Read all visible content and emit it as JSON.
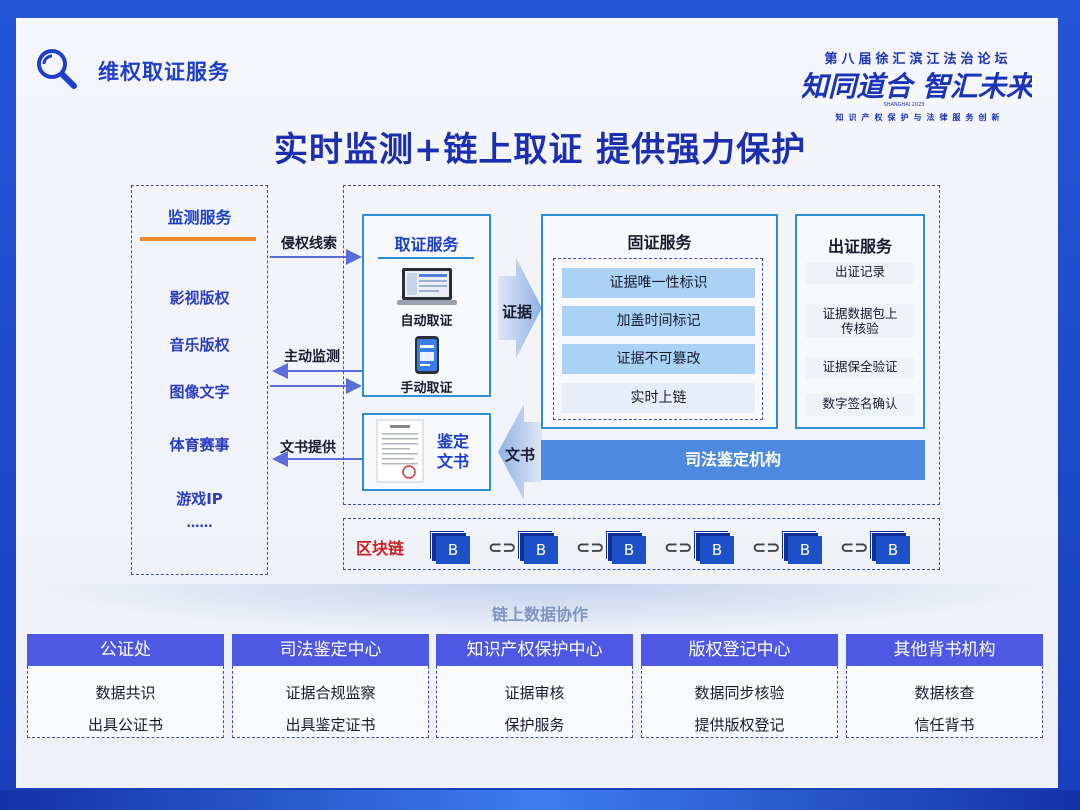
{
  "header": {
    "section_title": "维权取证服务",
    "main_title": "实时监测+链上取证 提供强力保护",
    "logo": {
      "line1": "第八届徐汇滨江法治论坛",
      "slogan": "知同道合 智汇未来",
      "sub": "SHANGHAI 2023",
      "line3": "知识产权保护与法律服务创新"
    }
  },
  "monitor": {
    "title": "监测服务",
    "items": [
      "影视版权",
      "音乐版权",
      "图像文字",
      "体育赛事",
      "游戏IP",
      "……"
    ]
  },
  "arrows": {
    "infringe_clue": "侵权线索",
    "active_monitor": "主动监测",
    "doc_provide": "文书提供",
    "evidence": "证据",
    "document": "文书"
  },
  "evidence": {
    "title": "取证服务",
    "auto": "自动取证",
    "manual": "手动取证"
  },
  "appraisal_doc": {
    "line1": "鉴定",
    "line2": "文书"
  },
  "fixing": {
    "title": "固证服务",
    "items": [
      "证据唯一性标识",
      "加盖时间标记",
      "证据不可篡改",
      "实时上链"
    ]
  },
  "output": {
    "title": "出证服务",
    "items": [
      "出证记录",
      "证据数据包上传核验",
      "证据保全验证",
      "数字签名确认"
    ]
  },
  "judicial": "司法鉴定机构",
  "blockchain": {
    "label": "区块链",
    "block_letter": "B",
    "block_count": 6
  },
  "collab": {
    "title": "链上数据协作",
    "columns": [
      {
        "head": "公证处",
        "lines": [
          "数据共识",
          "出具公证书"
        ]
      },
      {
        "head": "司法鉴定中心",
        "lines": [
          "证据合规监察",
          "出具鉴定证书"
        ]
      },
      {
        "head": "知识产权保护中心",
        "lines": [
          "证据审核",
          "保护服务"
        ]
      },
      {
        "head": "版权登记中心",
        "lines": [
          "数据同步核验",
          "提供版权登记"
        ]
      },
      {
        "head": "其他背书机构",
        "lines": [
          "数据核查",
          "信任背书"
        ]
      }
    ]
  },
  "colors": {
    "primary": "#1e3fcc",
    "accent": "#f08a2a",
    "chain_label": "#d01d1d",
    "header_fill": "#4f58e4"
  }
}
